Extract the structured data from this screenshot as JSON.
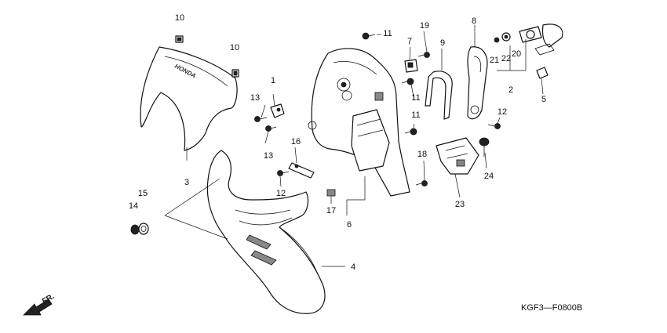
{
  "diagram": {
    "drawing_code": "KGF3—F0800B",
    "direction_label": "FR.",
    "brand_marking": "HONDA",
    "callouts": [
      "1",
      "2",
      "3",
      "4",
      "5",
      "6",
      "7",
      "8",
      "9",
      "10",
      "10",
      "11",
      "11",
      "11",
      "12",
      "12",
      "13",
      "13",
      "14",
      "15",
      "16",
      "17",
      "18",
      "19",
      "20",
      "21",
      "22",
      "23",
      "24"
    ]
  },
  "colors": {
    "line": "#111111",
    "background": "#ffffff",
    "shade": "#888888"
  }
}
